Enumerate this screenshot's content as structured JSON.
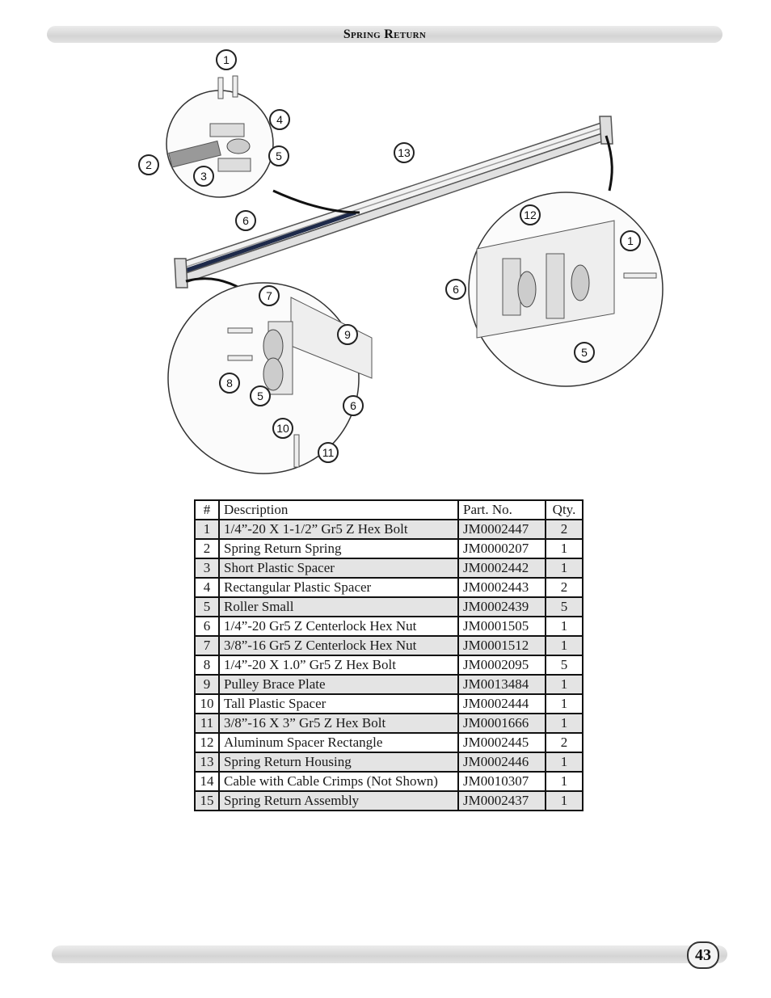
{
  "header": {
    "title": "Spring Return"
  },
  "diagram": {
    "callouts": [
      "1",
      "2",
      "3",
      "4",
      "5",
      "6",
      "7",
      "8",
      "9",
      "10",
      "11",
      "12",
      "13"
    ]
  },
  "table": {
    "headers": {
      "num": "#",
      "description": "Description",
      "part": "Part. No.",
      "qty": "Qty."
    },
    "rows": [
      {
        "num": "1",
        "description": "1/4”-20 X 1-1/2” Gr5 Z Hex Bolt",
        "part": "JM0002447",
        "qty": "2"
      },
      {
        "num": "2",
        "description": "Spring Return Spring",
        "part": "JM0000207",
        "qty": "1"
      },
      {
        "num": "3",
        "description": "Short Plastic Spacer",
        "part": "JM0002442",
        "qty": "1"
      },
      {
        "num": "4",
        "description": "Rectangular Plastic Spacer",
        "part": "JM0002443",
        "qty": "2"
      },
      {
        "num": "5",
        "description": "Roller Small",
        "part": "JM0002439",
        "qty": "5"
      },
      {
        "num": "6",
        "description": "1/4”-20 Gr5 Z Centerlock Hex Nut",
        "part": "JM0001505",
        "qty": "1"
      },
      {
        "num": "7",
        "description": "3/8”-16 Gr5 Z Centerlock Hex Nut",
        "part": "JM0001512",
        "qty": "1"
      },
      {
        "num": "8",
        "description": "1/4”-20 X 1.0” Gr5 Z Hex Bolt",
        "part": "JM0002095",
        "qty": "5"
      },
      {
        "num": "9",
        "description": "Pulley Brace Plate",
        "part": "JM0013484",
        "qty": "1"
      },
      {
        "num": "10",
        "description": "Tall Plastic Spacer",
        "part": "JM0002444",
        "qty": "1"
      },
      {
        "num": "11",
        "description": "3/8”-16 X 3” Gr5 Z Hex Bolt",
        "part": "JM0001666",
        "qty": "1"
      },
      {
        "num": "12",
        "description": "Aluminum Spacer Rectangle",
        "part": "JM0002445",
        "qty": "2"
      },
      {
        "num": "13",
        "description": "Spring Return Housing",
        "part": "JM0002446",
        "qty": "1"
      },
      {
        "num": "14",
        "description": "Cable with Cable Crimps (Not Shown)",
        "part": "JM0010307",
        "qty": "1"
      },
      {
        "num": "15",
        "description": "Spring Return Assembly",
        "part": "JM0002437",
        "qty": "1"
      }
    ]
  },
  "footer": {
    "page_number": "43"
  }
}
